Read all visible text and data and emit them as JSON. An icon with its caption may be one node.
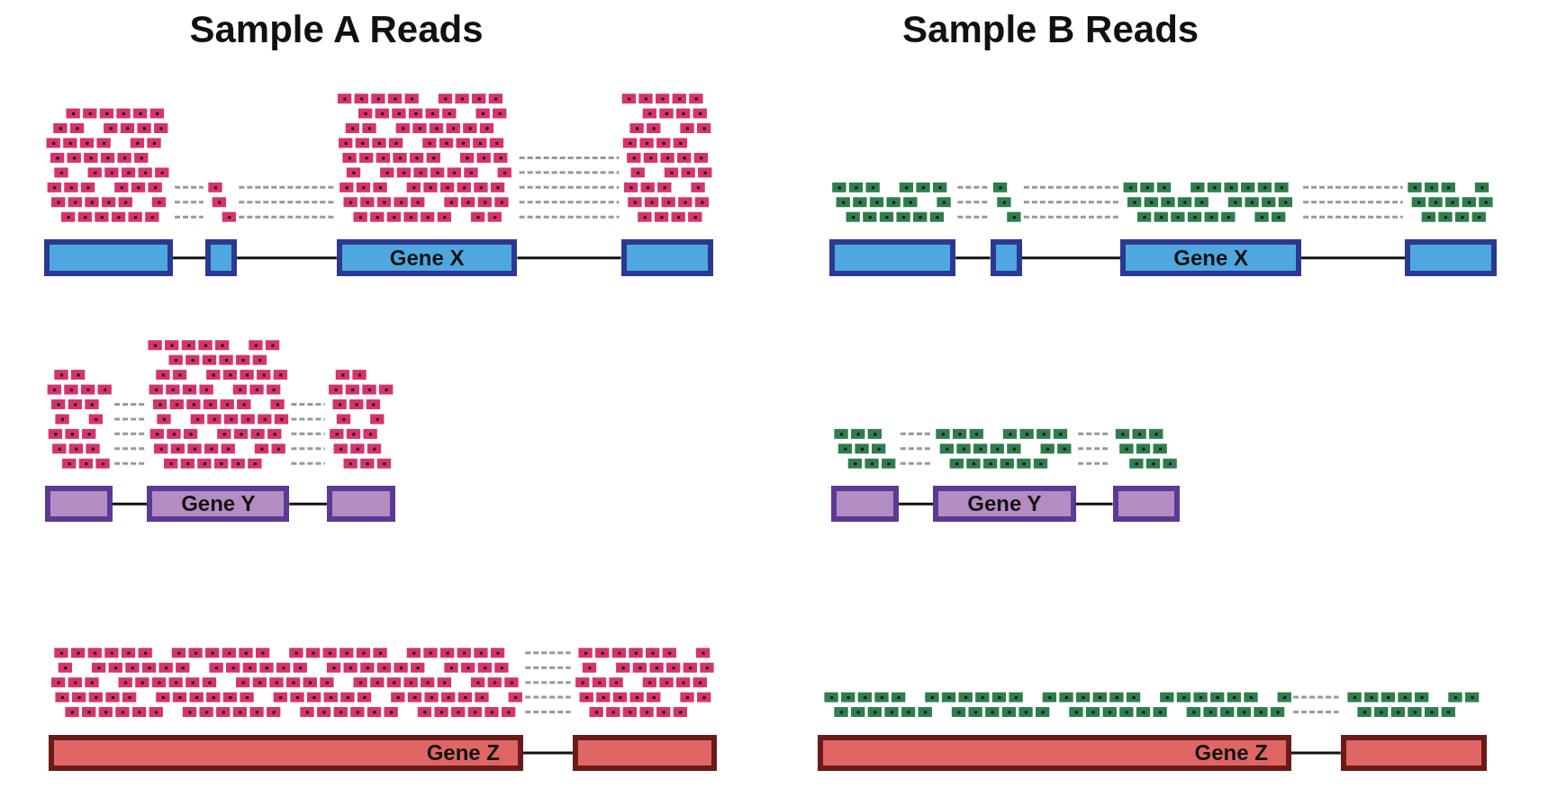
{
  "diagram": {
    "nodes": [
      {
        "text": [],
        "shape": "box"
      },
      {
        "text": [],
        "shape": "box"
      },
      {
        "text": [
          "Gene X"
        ]
      },
      {
        "text": [],
        "shape": "box"
      },
      {
        "text": [],
        "shape": "box"
      },
      {
        "text": [
          "Gene Y"
        ]
      },
      {
        "text": [],
        "shape": "box"
      },
      {
        "text": [
          "Gene Z"
        ]
      },
      {
        "text": [],
        "shape": "box"
      },
      {
        "text": [],
        "shape": "box"
      },
      {
        "text": [],
        "shape": "box"
      },
      {
        "text": [
          "Gene X"
        ]
      },
      {
        "text": [],
        "shape": "box"
      },
      {
        "text": [],
        "shape": "box"
      },
      {
        "text": [
          "Gene Y"
        ]
      },
      {
        "text": [],
        "shape": "box"
      },
      {
        "text": [
          "Gene Z"
        ]
      },
      {
        "text": [],
        "shape": "box"
      }
    ],
    "edges": [
      {
        "from": 0,
        "to": 1,
        "arrow": "none"
      },
      {
        "from": 1,
        "to": 2,
        "arrow": "none"
      },
      {
        "from": 2,
        "to": 3,
        "arrow": "none"
      },
      {
        "from": 4,
        "to": 5,
        "arrow": "none"
      },
      {
        "from": 5,
        "to": 6,
        "arrow": "none"
      },
      {
        "from": 7,
        "to": 8,
        "arrow": "none"
      },
      {
        "from": 9,
        "to": 10,
        "arrow": "none"
      },
      {
        "from": 10,
        "to": 11,
        "arrow": "none"
      },
      {
        "from": 11,
        "to": 12,
        "arrow": "none"
      },
      {
        "from": 13,
        "to": 14,
        "arrow": "none"
      },
      {
        "from": 14,
        "to": 15,
        "arrow": "none"
      },
      {
        "from": 16,
        "to": 17,
        "arrow": "none"
      }
    ],
    "labels": [
      "Sample A Reads",
      "Sample B Reads"
    ]
  }
}
